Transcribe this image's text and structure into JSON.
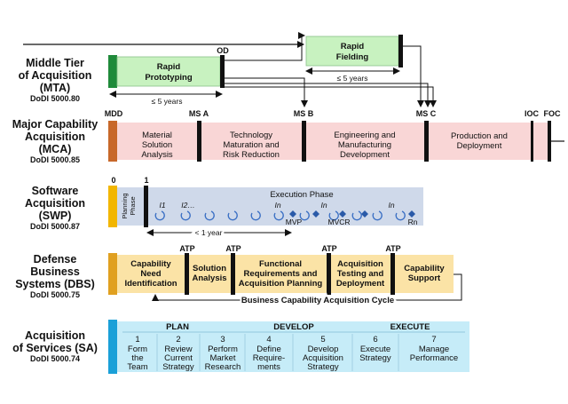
{
  "colors": {
    "mta_green": "#1f8a3a",
    "mta_box": "#c8f2c0",
    "mca_orange": "#c8682a",
    "mca_box": "#f9d6d6",
    "swp_yellow": "#f2b600",
    "swp_box": "#cfd9ea",
    "dbs_orange": "#e0a020",
    "dbs_box": "#fbe3a6",
    "sa_blue": "#1aa0d8",
    "sa_box": "#c6ecf8",
    "bar_black": "#111111"
  },
  "mta": {
    "title_line1": "Middle Tier",
    "title_line2": "of Acquisition",
    "title_line3": "(MTA)",
    "dodi": "DoDI 5000.80",
    "rapid_prototyping_line1": "Rapid",
    "rapid_prototyping_line2": "Prototyping",
    "rapid_fielding_line1": "Rapid",
    "rapid_fielding_line2": "Fielding",
    "od": "OD",
    "duration_proto": "≤ 5 years",
    "duration_field": "≤ 5 years"
  },
  "mca": {
    "title_line1": "Major Capability",
    "title_line2": "Acquisition",
    "title_line3": "(MCA)",
    "dodi": "DoDI 5000.85",
    "milestones": {
      "mdd": "MDD",
      "msa": "MS A",
      "msb": "MS B",
      "msc": "MS C",
      "ioc": "IOC",
      "foc": "FOC"
    },
    "phase1": [
      "Material",
      "Solution",
      "Analysis"
    ],
    "phase2": [
      "Technology",
      "Maturation and",
      "Risk Reduction"
    ],
    "phase3": [
      "Engineering and",
      "Manufacturing",
      "Development"
    ],
    "phase4": [
      "Production and",
      "Deployment"
    ]
  },
  "swp": {
    "title_line1": "Software",
    "title_line2": "Acquisition",
    "title_line3": "(SWP)",
    "dodi": "DoDI 5000.87",
    "marker0": "0",
    "marker1": "1",
    "planning_line1": "Planning",
    "planning_line2": "Phase",
    "execution": "Execution Phase",
    "iter1": "I1",
    "iter2": "I2…",
    "iter3": "In",
    "iter4": "In",
    "iter5": "In",
    "mvp": "MVP",
    "mvcr": "MVCR",
    "rn": "Rn",
    "duration": "< 1 year"
  },
  "dbs": {
    "title_line1": "Defense",
    "title_line2": "Business",
    "title_line3": "Systems (DBS)",
    "dodi": "DoDI 5000.75",
    "atp": "ATP",
    "box1": [
      "Capability",
      "Need",
      "Identification"
    ],
    "box2": [
      "Solution",
      "Analysis"
    ],
    "box3": [
      "Functional",
      "Requirements and",
      "Acquisition Planning"
    ],
    "box4": [
      "Acquisition",
      "Testing and",
      "Deployment"
    ],
    "box5": [
      "Capability",
      "Support"
    ],
    "cycle": "Business Capability Acquisition Cycle"
  },
  "sa": {
    "title_line1": "Acquisition",
    "title_line2": "of Services (SA)",
    "dodi": "DoDI 5000.74",
    "plan": "PLAN",
    "develop": "DEVELOP",
    "execute": "EXECUTE",
    "step1": [
      "1",
      "Form",
      "the",
      "Team"
    ],
    "step2": [
      "2",
      "Review",
      "Current",
      "Strategy"
    ],
    "step3": [
      "3",
      "Perform",
      "Market",
      "Research"
    ],
    "step4": [
      "4",
      "Define",
      "Require-",
      "ments"
    ],
    "step5": [
      "5",
      "Develop",
      "Acquisition",
      "Strategy"
    ],
    "step6": [
      "6",
      "Execute",
      "Strategy"
    ],
    "step7": [
      "7",
      "Manage",
      "Performance"
    ]
  }
}
